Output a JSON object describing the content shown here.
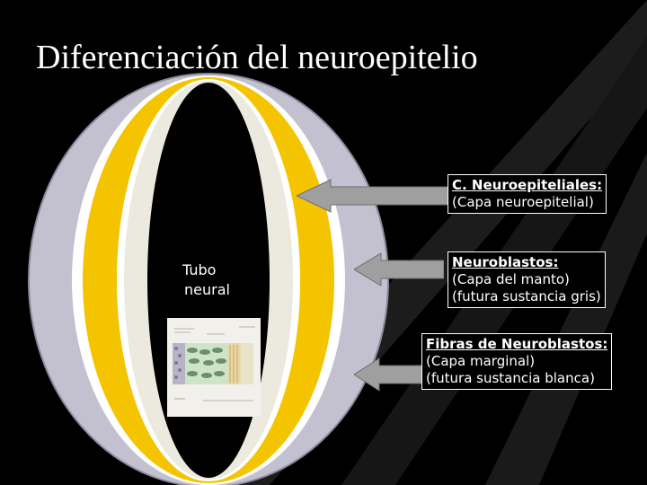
{
  "slide": {
    "title": "Diferenciación del neuroepitelio",
    "tube_label_line1": "Tubo",
    "tube_label_line2": "neural",
    "labels": [
      {
        "head": "C. Neuroepiteliales:",
        "lines": [
          "(Capa neuroepitelial)"
        ]
      },
      {
        "head": "Neuroblastos:",
        "lines": [
          "(Capa del manto)",
          "(futura sustancia gris)"
        ]
      },
      {
        "head": "Fibras de Neuroblastos:",
        "lines": [
          "(Capa marginal)",
          "(futura sustancia blanca)"
        ]
      }
    ],
    "colors": {
      "background": "#000000",
      "outer_layer": "#c3c1d0",
      "middle_layer": "#f5c400",
      "inner_layer": "#f4f2ec",
      "lumen": "#000000",
      "arrow": "#9f9f9f"
    }
  }
}
